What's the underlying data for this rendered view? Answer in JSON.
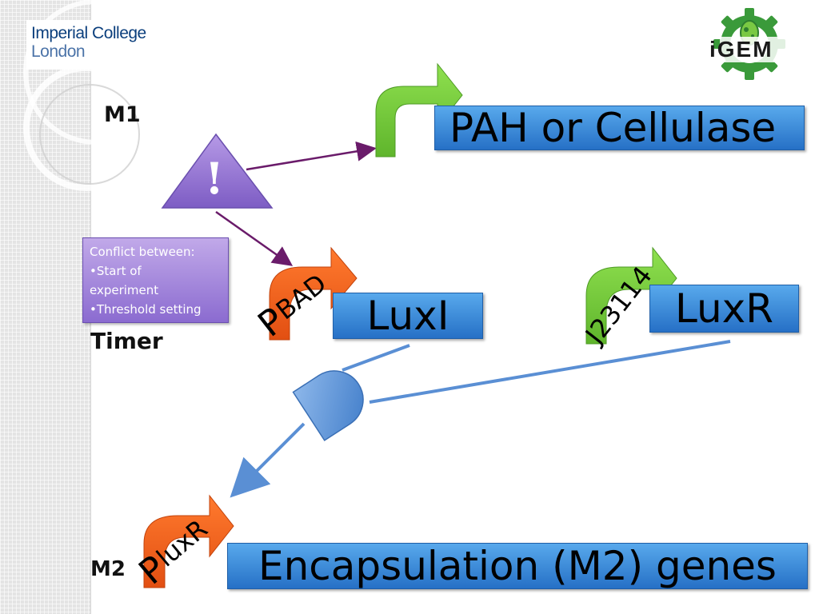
{
  "logo": {
    "line1": "Imperial College",
    "line2": "London"
  },
  "igem_logo": {
    "text": "iGEM"
  },
  "labels": {
    "m1": "M1",
    "timer": "Timer",
    "m2": "M2"
  },
  "warning": {
    "symbol": "!"
  },
  "conflict": {
    "heading": "Conflict between:",
    "bullets": [
      "•Start of",
      "experiment",
      "•Threshold setting"
    ]
  },
  "genes": {
    "pah": "PAH or Cellulase",
    "luxi": "LuxI",
    "luxr": "LuxR",
    "encapsulation": "Encapsulation (M2) genes"
  },
  "promoters": {
    "pbad_main": "P",
    "pbad_sub": "BAD",
    "j23114": "J23114",
    "pluxr_main": "P",
    "pluxr_sub": "luxR"
  },
  "colors": {
    "gene_box": "#2f7fd2",
    "promoter_green": "#72c93a",
    "promoter_orange": "#f0601a",
    "warning_purple": "#9a79cf",
    "arrow_purple": "#6a1b6a",
    "and_gate": "#5a8fd4"
  }
}
